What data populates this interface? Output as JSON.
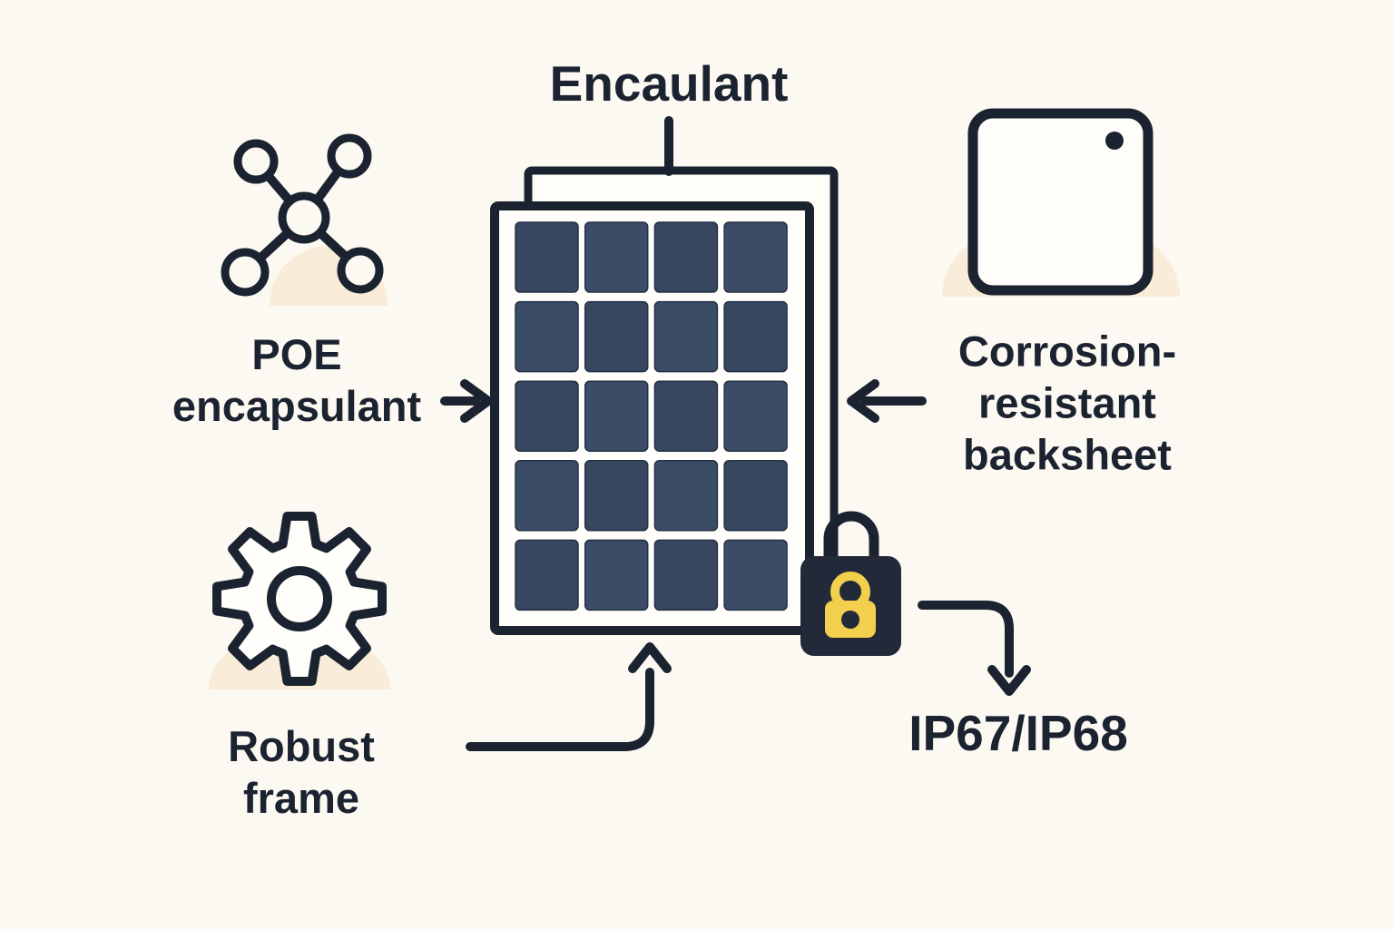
{
  "diagram": {
    "labels": {
      "encapsulant_top": "Encaulant",
      "poe": "POE\nencapsulant",
      "corrosion": "Corrosion-\nresistant\nbacksheet",
      "robust": "Robust\nframe",
      "ip_rating": "IP67/IP68"
    },
    "panel": {
      "rows": 5,
      "columns": 4
    },
    "icons": {
      "upper_left": "molecule-icon",
      "lower_left": "gear-icon",
      "upper_right": "backsheet-sheet-icon",
      "on_panel": "padlock-icon"
    },
    "colors": {
      "background": "#fcf9f3",
      "ink": "#1c2330",
      "panel_fill": "#fffefb",
      "backsheet_fill": "#fffdf8",
      "cell": "#36475f",
      "cell_alt": "#3b4c66",
      "cell_edge": "#243146",
      "accent_peach": "#f9ecd8",
      "lock_body": "#222a39",
      "lock_gold": "#f2cf4c"
    }
  }
}
